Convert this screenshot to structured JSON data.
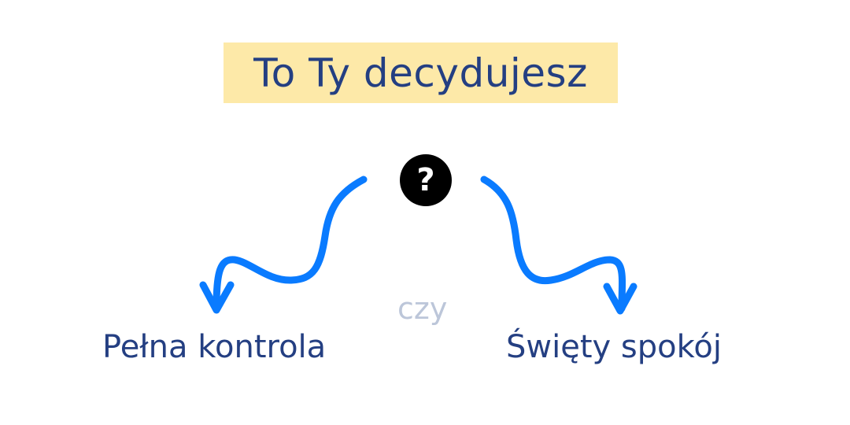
{
  "title": "To Ty decydujesz",
  "center_icon": {
    "name": "question-mark-icon",
    "glyph": "?"
  },
  "separator": "czy",
  "options": [
    {
      "label": "Pełna kontrola"
    },
    {
      "label": "Święty spokój"
    }
  ],
  "colors": {
    "title_highlight": "#fde9a8",
    "text": "#243f82",
    "arrow": "#0a7bff",
    "separator": "#bcc6d9"
  }
}
